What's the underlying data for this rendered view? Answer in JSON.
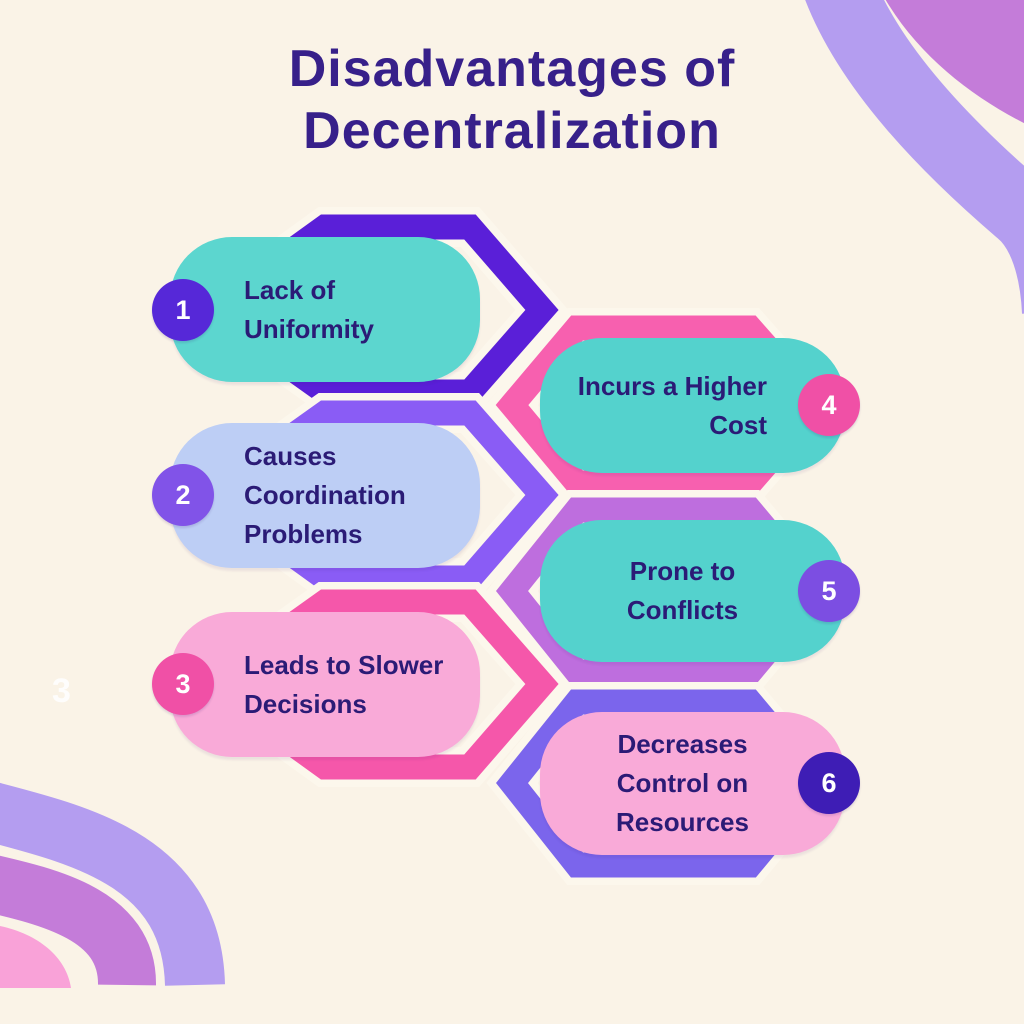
{
  "background_color": "#faf3e7",
  "title": {
    "line1": "Disadvantages of",
    "line2": "Decentralization",
    "color": "#37208a"
  },
  "text_color": "#2b1b76",
  "badge_text_color": "#ffffff",
  "watermark": "3",
  "items": [
    {
      "number": "1",
      "text": "Lack of\nUniformity",
      "pill_color": "#5cd6cf",
      "chevron_color": "#5a1fd8",
      "badge_color": "#5628d8",
      "side": "left"
    },
    {
      "number": "2",
      "text": "Causes\nCoordination\nProblems",
      "pill_color": "#bdcef5",
      "chevron_color": "#8a5cf5",
      "badge_color": "#8153e8",
      "side": "left"
    },
    {
      "number": "3",
      "text": "Leads to Slower\nDecisions",
      "pill_color": "#f9aad8",
      "chevron_color": "#f557aa",
      "badge_color": "#f050a6",
      "side": "left"
    },
    {
      "number": "4",
      "text": "Incurs a Higher\nCost",
      "pill_color": "#54d2cd",
      "chevron_color": "#f760af",
      "badge_color": "#f050a6",
      "side": "right"
    },
    {
      "number": "5",
      "text": "Prone to\nConflicts",
      "pill_color": "#54d2cd",
      "chevron_color": "#be6ede",
      "badge_color": "#7c4ee2",
      "side": "right"
    },
    {
      "number": "6",
      "text": "Decreases\nControl on\nResources",
      "pill_color": "#f9aad8",
      "chevron_color": "#7b65ec",
      "badge_color": "#3e1db5",
      "side": "right"
    }
  ],
  "decor_colors": {
    "lavender_ribbon": "#b49df0",
    "orchid_ribbon": "#c47cd9",
    "pink_ribbon": "#f9a2d8"
  }
}
